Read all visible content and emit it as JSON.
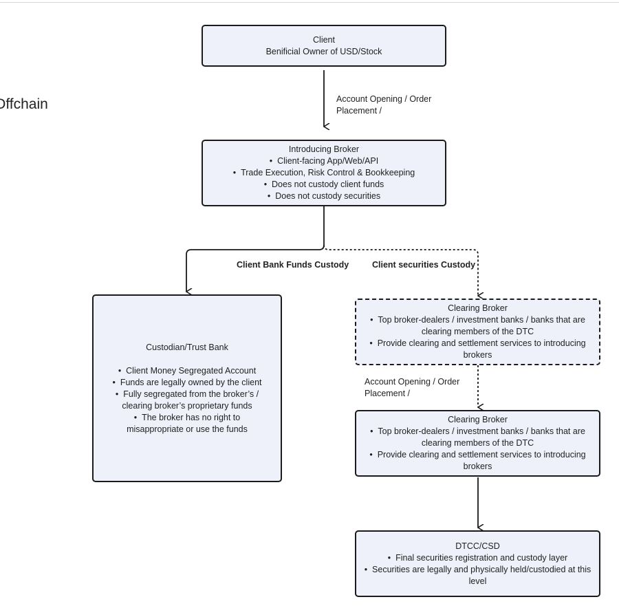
{
  "side_label": "Offchain",
  "edges": {
    "client_to_ib": "Account Opening / Order Placement /",
    "funds_custody": "Client Bank Funds Custody",
    "securities_custody": "Client securities Custody",
    "cb_to_cb": "Account Opening / Order Placement /"
  },
  "nodes": {
    "client": {
      "title": "Client",
      "subtitle": "Benificial Owner of USD/Stock"
    },
    "introducing_broker": {
      "title": "Introducing Broker",
      "bullets": [
        "Client-facing App/Web/API",
        "Trade Execution, Risk Control & Bookkeeping",
        "Does not custody client funds",
        "Does not custody securities"
      ]
    },
    "custodian_bank": {
      "title": "Custodian/Trust Bank",
      "bullets": [
        "Client Money Segregated Account",
        "Funds are legally owned by the client",
        "Fully segregated from the broker’s / clearing broker’s proprietary funds",
        "The broker has no right to misappropriate or use the funds"
      ]
    },
    "clearing_broker_dashed": {
      "title": "Clearing Broker",
      "bullets": [
        "Top broker-dealers / investment banks / banks that are clearing members of the DTC",
        "Provide clearing and settlement services to introducing brokers"
      ]
    },
    "clearing_broker": {
      "title": "Clearing Broker",
      "bullets": [
        "Top broker-dealers / investment banks / banks that are clearing members of the DTC",
        "Provide clearing and settlement services to introducing brokers"
      ]
    },
    "dtcc": {
      "title": "DTCC/CSD",
      "bullets": [
        "Final securities registration and custody layer",
        "Securities are legally and physically held/custodied at this level"
      ]
    }
  }
}
